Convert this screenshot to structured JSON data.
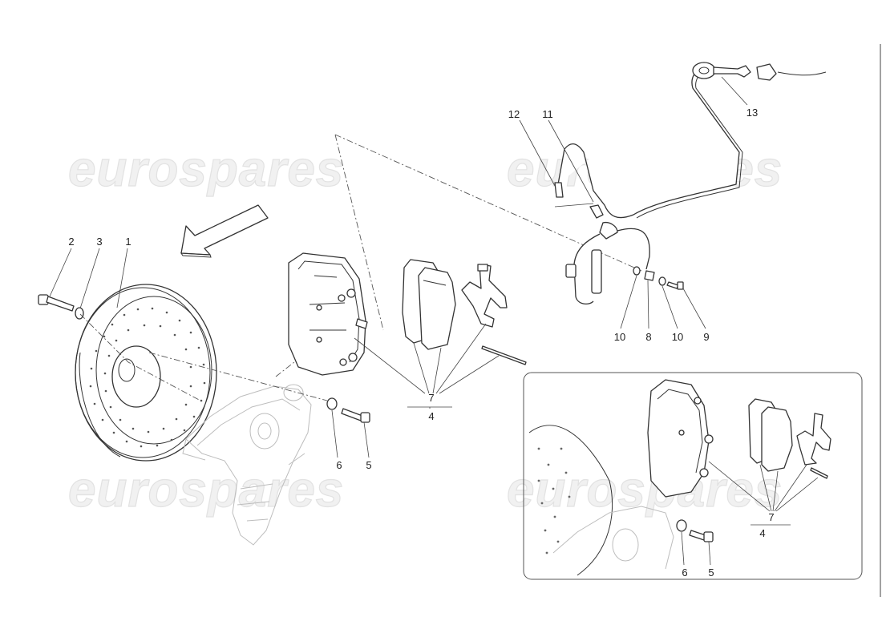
{
  "watermark": "eurospares",
  "callouts": {
    "c1": "1",
    "c2": "2",
    "c3": "3",
    "c4": "4",
    "c5": "5",
    "c6": "6",
    "c7": "7",
    "c8": "8",
    "c9": "9",
    "c10a": "10",
    "c10b": "10",
    "c11": "11",
    "c12": "12",
    "c13": "13",
    "d4": "4",
    "d5": "5",
    "d6": "6",
    "d7": "7"
  }
}
